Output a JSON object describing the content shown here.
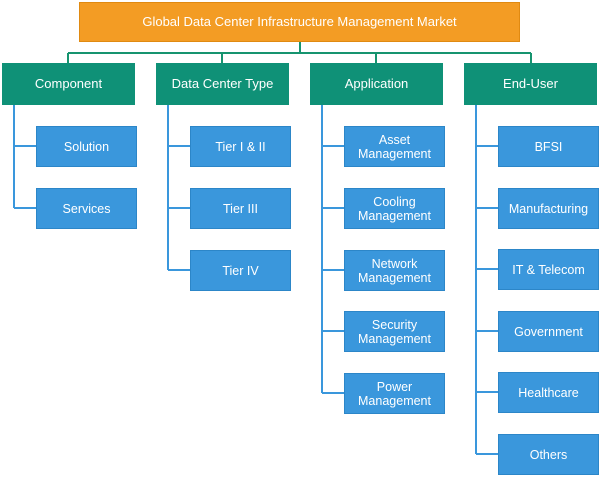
{
  "title": "Global Data Center Infrastructure Management Market",
  "categories": [
    {
      "label": "Component",
      "items": [
        "Solution",
        "Services"
      ]
    },
    {
      "label": "Data Center Type",
      "items": [
        "Tier I & II",
        "Tier III",
        "Tier IV"
      ]
    },
    {
      "label": "Application",
      "items": [
        "Asset\nManagement",
        "Cooling\nManagement",
        "Network\nManagement",
        "Security\nManagement",
        "Power\nManagement"
      ]
    },
    {
      "label": "End-User",
      "items": [
        "BFSI",
        "Manufacturing",
        "IT & Telecom",
        "Government",
        "Healthcare",
        "Others"
      ]
    }
  ],
  "colors": {
    "root": "#f39c24",
    "category": "#0f9177",
    "leaf": "#3a97dc",
    "connector": "#16946f",
    "leaf_connector": "#3a97dc"
  }
}
